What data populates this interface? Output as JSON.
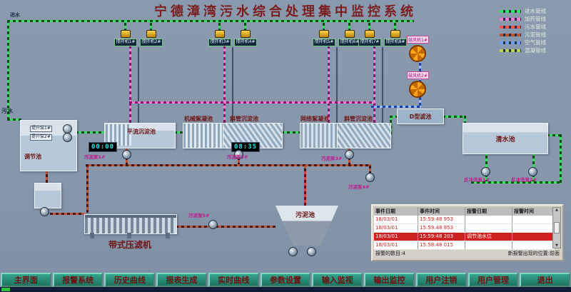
{
  "title": "宁德漳湾污水综合处理集中监控系统",
  "colors": {
    "title_text": "#7c1d1d",
    "nav_button": "#35a48d",
    "nav_text": "#6e1010",
    "pipe_water": "#35e05a",
    "pipe_dosing": "#ff7ad6",
    "pipe_sludge": "#c05238",
    "pipe_air": "#9fc0ff",
    "alarm_highlight": "#cc2222"
  },
  "legend": [
    {
      "label": "进水管线",
      "color": "#35e05a"
    },
    {
      "label": "加药管线",
      "color": "#ff7ad6"
    },
    {
      "label": "污水管线",
      "color": "#ff5050"
    },
    {
      "label": "污泥管线",
      "color": "#c05238"
    },
    {
      "label": "空气管线",
      "color": "#6f9dff"
    },
    {
      "label": "混凝管线",
      "color": "#b9d44e"
    }
  ],
  "labels": {
    "inflow_top": "进水",
    "inflow_left": "污水"
  },
  "tanks": {
    "regulating": "调节池",
    "horizontal_sed": "平流沉淀池",
    "mech_floc": "机械絮凝池",
    "inclined_sed_1": "斜管沉淀池",
    "grid_floc": "网络絮凝池",
    "inclined_sed_2": "斜管沉淀池",
    "d_filter": "D型滤池",
    "clear_water": "清水池",
    "sludge": "污泥池",
    "belt_press": "带式压滤机"
  },
  "mixers": [
    "搅拌机1#",
    "搅拌机2#",
    "搅拌机3#",
    "搅拌机4#",
    "搅拌机5#",
    "搅拌机6#",
    "搅拌机7#",
    "搅拌机8#"
  ],
  "blowers": [
    "鼓风机1#",
    "鼓风机2#"
  ],
  "pumps": {
    "lift": [
      "提升泵1#",
      "提升泵2#"
    ],
    "sludge": [
      "污泥泵1#",
      "污泥泵2#",
      "污泥泵3#",
      "污泥泵4#",
      "污泥泵5#"
    ],
    "backwash": [
      "反冲洗泵1#",
      "反冲洗泵2#"
    ]
  },
  "timers": {
    "t1": "00:00",
    "t2": "08:35"
  },
  "alarm": {
    "headers": [
      "事件日期",
      "事件时间",
      "报警日期",
      "报警时间"
    ],
    "rows": [
      {
        "cells": [
          "18/03/01",
          "15:59:48 953",
          "",
          ""
        ],
        "highlight": false
      },
      {
        "cells": [
          "18/03/01",
          "15:59:48 953",
          "",
          ""
        ],
        "highlight": false
      },
      {
        "cells": [
          "18/03/01",
          "15:59:48 203",
          "调节池水位",
          ""
        ],
        "highlight": true
      },
      {
        "cells": [
          "18/03/01",
          "15:58:48 015",
          "",
          ""
        ],
        "highlight": false
      }
    ],
    "footer_left": "报警的数目:4",
    "footer_right": "新报警出现的位置:前面"
  },
  "nav": [
    "主界面",
    "报警系统",
    "历史曲线",
    "报表生成",
    "实时曲线",
    "参数设置",
    "输入监视",
    "输出监控",
    "用户注销",
    "用户管理",
    "退出"
  ]
}
